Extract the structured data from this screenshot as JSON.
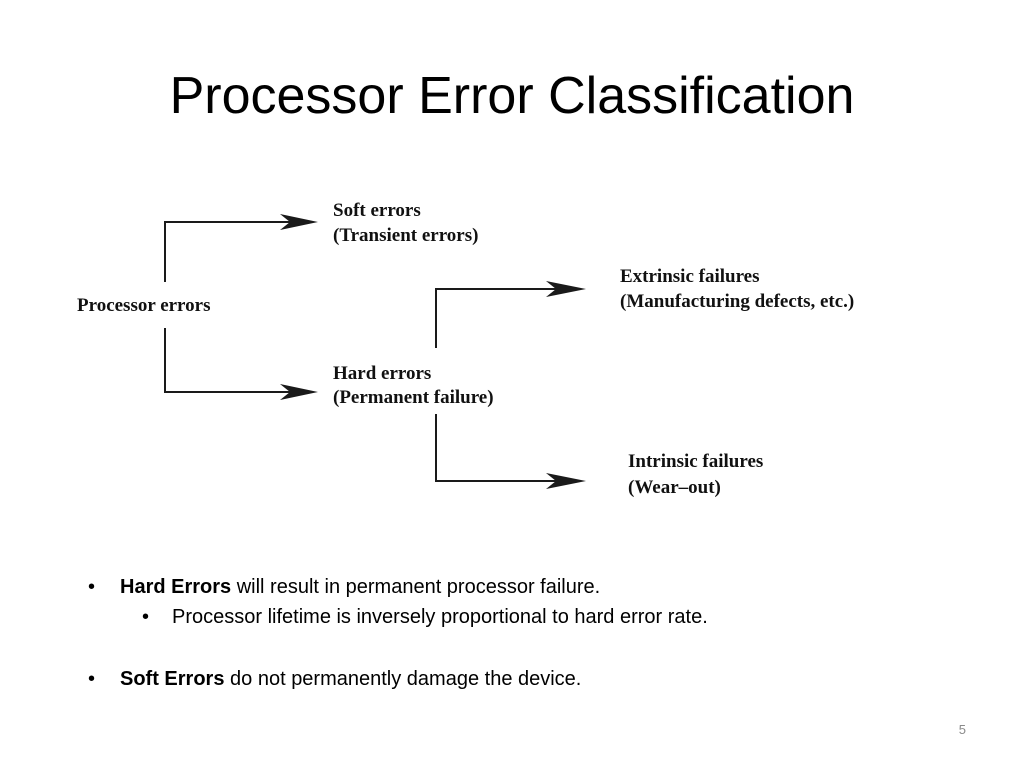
{
  "slide": {
    "title": "Processor Error Classification",
    "page_number": "5"
  },
  "diagram": {
    "root": "Processor errors",
    "soft": {
      "line1": "Soft errors",
      "line2": "(Transient errors)"
    },
    "hard": {
      "line1": "Hard errors",
      "line2": "(Permanent failure)"
    },
    "extrinsic": {
      "line1": "Extrinsic failures",
      "line2": "(Manufacturing defects, etc.)"
    },
    "intrinsic": {
      "line1": "Intrinsic failures",
      "line2": "(Wear–out)"
    }
  },
  "bullets": [
    {
      "bullet_glyph": "•",
      "bold": "Hard Errors",
      "text": " will result in permanent processor failure.",
      "level": 1
    },
    {
      "bullet_glyph": "•",
      "bold": "",
      "text": "Processor lifetime is inversely proportional to hard error rate.",
      "level": 2
    },
    {
      "bullet_glyph": "•",
      "bold": "Soft Errors",
      "text": " do not permanently damage the device.",
      "level": 1
    }
  ]
}
